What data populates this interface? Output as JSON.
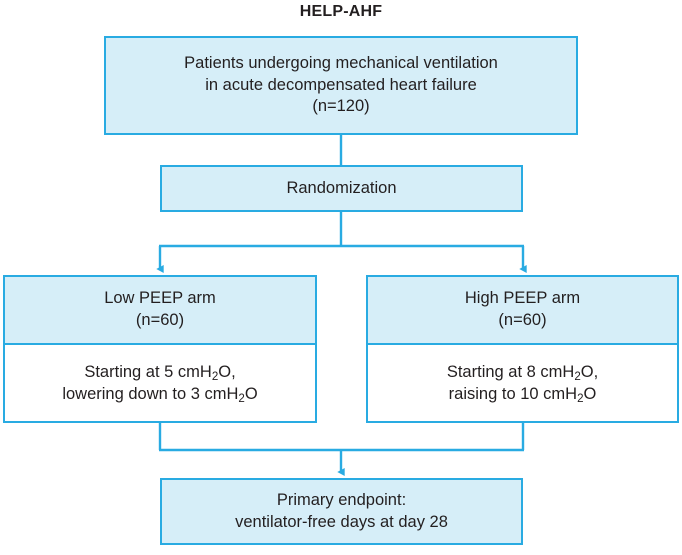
{
  "title": "HELP-AHF",
  "colors": {
    "border": "#29ABE2",
    "fill": "#D6EEF8",
    "text": "#231F20",
    "body_fill": "#FFFFFF"
  },
  "nodes": {
    "enrollment": {
      "lines": [
        "Patients undergoing mechanical ventilation",
        "in acute decompensated heart failure",
        "(n=120)"
      ]
    },
    "randomization": {
      "label": "Randomization"
    },
    "low_arm": {
      "head_lines": [
        "Low PEEP arm",
        "(n=60)"
      ],
      "body_line1_pre": "Starting at 5 cmH",
      "body_line1_sub": "2",
      "body_line1_post": "O,",
      "body_line2_pre": "lowering down to 3 cmH",
      "body_line2_sub": "2",
      "body_line2_post": "O"
    },
    "high_arm": {
      "head_lines": [
        "High PEEP arm",
        "(n=60)"
      ],
      "body_line1_pre": "Starting at 8 cmH",
      "body_line1_sub": "2",
      "body_line1_post": "O,",
      "body_line2_pre": "raising to 10 cmH",
      "body_line2_sub": "2",
      "body_line2_post": "O"
    },
    "endpoint": {
      "lines": [
        "Primary endpoint:",
        "ventilator-free days at day 28"
      ]
    }
  },
  "connectors": {
    "enrollment_to_randomization": "vertical-line",
    "randomization_split": "split-to-two-arms-with-arrowheads",
    "arms_merge": "merge-to-endpoint-with-arrowhead"
  }
}
